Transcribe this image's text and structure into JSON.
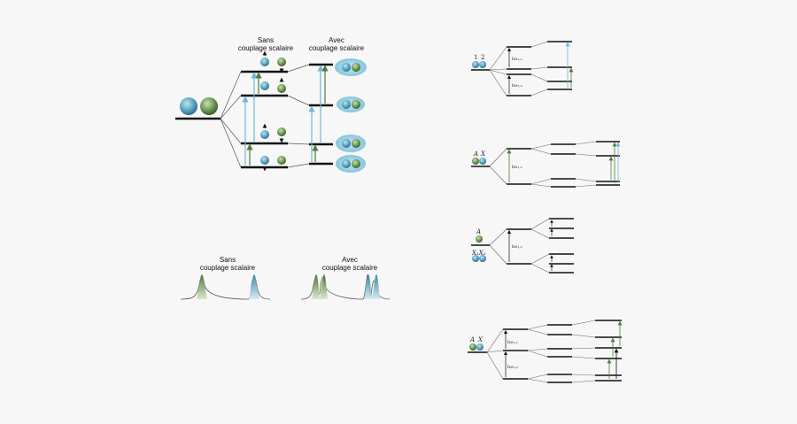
{
  "headers": {
    "top_sans_l1": "Sans",
    "top_sans_l2": "couplage scalaire",
    "top_avec_l1": "Avec",
    "top_avec_l2": "couplage scalaire",
    "bottom_sans_l1": "Sans",
    "bottom_sans_l2": "couplage scalaire",
    "bottom_avec_l1": "Avec",
    "bottom_avec_l2": "couplage scalaire"
  },
  "colors": {
    "blue": "#5aa6c4",
    "green": "#5f8a4a",
    "line": "#111111",
    "arrow_blue": "#6fb8d6",
    "arrow_green": "#4f7a3c"
  },
  "spin_labels": {
    "d1": {
      "nuclei": [
        "1",
        "2"
      ],
      "coupling": "hν₁,₁",
      "coupling2": "hν₂,₂"
    },
    "d2": {
      "nuclei": [
        "A",
        "X"
      ],
      "coupling": "hν₁,₁"
    },
    "d3": {
      "nuclei_top": "A",
      "nuclei_bottom": "X₁X₂",
      "coupling": "hν₁,₁"
    },
    "d4": {
      "nuclei": [
        "A",
        "X"
      ],
      "coupling": "hν₁,₁",
      "coupling2": "hν₂,₂"
    }
  },
  "icons": [
    "nucleus-sphere-icon",
    "spin-arrow-icon",
    "transition-arrow-icon",
    "nmr-peak-icon"
  ]
}
